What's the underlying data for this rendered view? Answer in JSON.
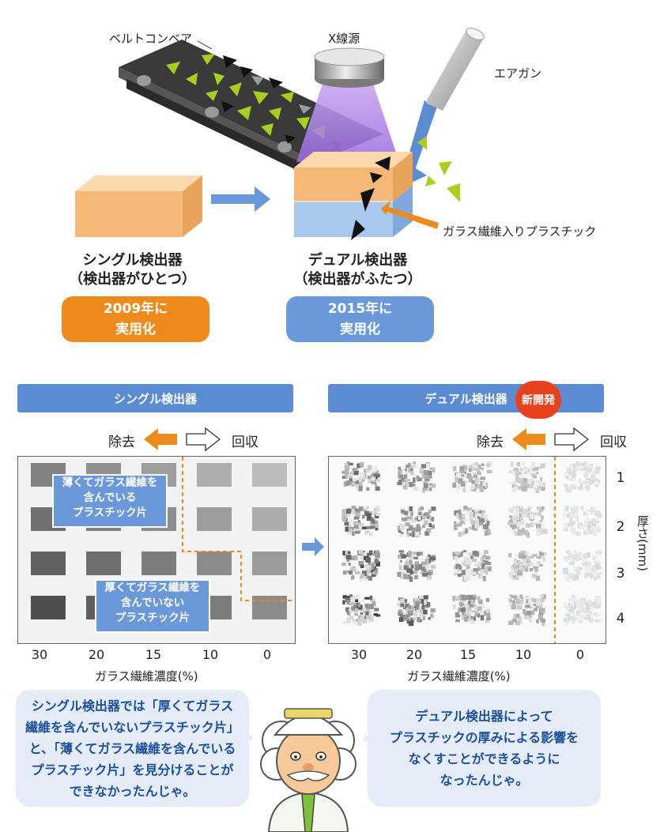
{
  "top": {
    "belt_label": "ベルトコンベア",
    "xray_label": "X線源",
    "airgun_label": "エアガン",
    "plastic_label": "ガラス繊維入りプラスチック",
    "single": {
      "caption": "シングル検出器\n（検出器がひとつ）",
      "year": "2009年に\n実用化"
    },
    "dual": {
      "caption": "デュアル検出器\n（検出器がふたつ）",
      "year": "2015年に\n実用化"
    }
  },
  "compare": {
    "single_title": "シングル検出器",
    "dual_title": "デュアル検出器",
    "new_badge": "新開発",
    "remove_label": "除去",
    "recover_label": "回収",
    "callout_thin": "薄くてガラス繊維を\n含んでいる\nプラスチック片",
    "callout_thick": "厚くてガラス繊維を\n含んでいない\nプラスチック片",
    "x_ticks": [
      "30",
      "20",
      "15",
      "10",
      "0"
    ],
    "x_label": "ガラス繊維濃度(%)",
    "rows": [
      "1",
      "2",
      "3",
      "4"
    ],
    "y_label": "厚さ(mm)"
  },
  "bubbles": {
    "left": "シングル検出器では「厚くてガラス\n繊維を含んでいないプラスチック片」\nと、「薄くてガラス繊維を含んでいる\nプラスチック片」を見分けることが\nできなかったんじゃ。",
    "right": "デュアル検出器によって\nプラスチックの厚みによる影響を\nなくすことができるように\nなったんじゃ。"
  },
  "colors": {
    "orange": "#ee8a1c",
    "blue": "#5b8bd0",
    "badge": "#e8421c",
    "speech_text": "#1a4f9c"
  }
}
